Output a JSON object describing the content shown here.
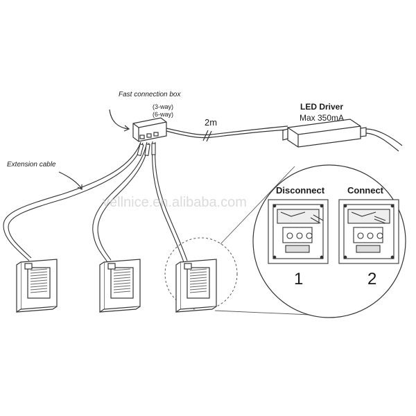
{
  "labels": {
    "fast_connection_box": "Fast connection box",
    "way3": "(3-way)",
    "way6": "(6-way)",
    "cable_length": "2m",
    "led_driver": "LED Driver",
    "max_current": "Max 350mA",
    "extension_cable": "Extension cable",
    "disconnect": "Disconnect",
    "connect": "Connect",
    "step1": "1",
    "step2": "2"
  },
  "watermark": "vellnice.en.alibaba.com",
  "colors": {
    "line": "#333333",
    "fill": "#ffffff",
    "shade": "#666666"
  }
}
